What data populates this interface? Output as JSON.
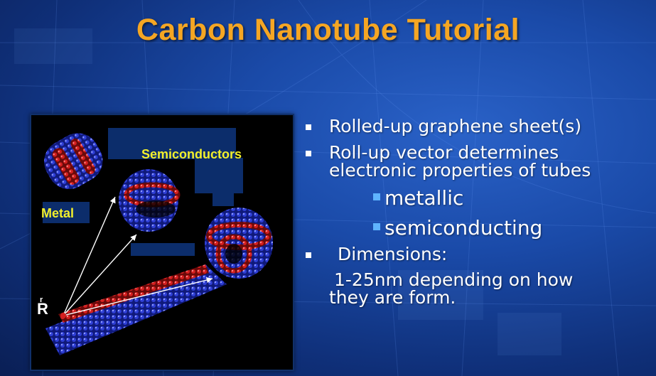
{
  "slide": {
    "title": "Carbon Nanotube Tutorial"
  },
  "figure": {
    "label_semiconductors": "Semiconductors",
    "label_metal": "Metal",
    "label_vector": "R",
    "label_vector_mark": "r"
  },
  "bullets": {
    "item1": "Rolled-up graphene sheet(s)",
    "item2_line1": "Roll-up vector determines",
    "item2_line2": "electronic properties of tubes",
    "sub1": "metallic",
    "sub2": "semiconducting",
    "item3": "Dimensions:",
    "item3_detail_line1": "1-25nm depending on how",
    "item3_detail_line2": "they are form."
  },
  "colors": {
    "title": "#f5a623",
    "label": "#f2ef2c",
    "sub_bullet": "#5fb4ff",
    "atom_blue": "#2f3fd6",
    "atom_red": "#d41f1f"
  }
}
